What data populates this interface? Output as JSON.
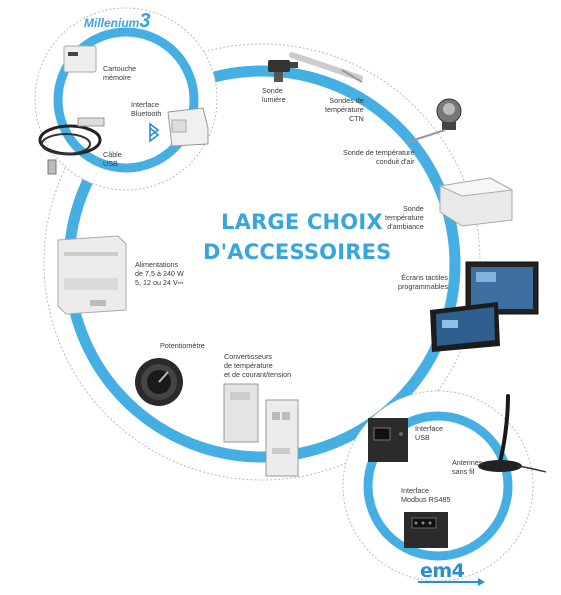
{
  "title_line1": "LARGE CHOIX",
  "title_line2": "D'ACCESSOIRES",
  "brand_millenium": "Millenium",
  "brand_millenium_num": "3",
  "brand_em4": "em4",
  "labels": {
    "cartouche": "Cartouche\nmémoire",
    "bluetooth": "Interface\nBluetooth",
    "cable": "Câble\nUSB",
    "sonde_lumiere": "Sonde\nlumière",
    "sondes_ctn": "Sondes de\ntempérature\nCTN",
    "sonde_air": "Sonde de température\nconduit d'air",
    "sonde_ambiance": "Sonde\ntempérature\nd'ambiance",
    "ecrans": "Écrans tactiles\nprogrammables",
    "alimentations": "Alimentations\nde 7,5 à 240 W\n5, 12 ou 24 V⎓",
    "potentiometre": "Potentiomètre",
    "convertisseurs": "Convertisseurs\nde température\net de courant/tension",
    "interface_usb": "Interface\nUSB",
    "antennes": "Antennes\nsans fil",
    "interface_modbus": "Interface\nModbus RS485"
  },
  "colors": {
    "ring": "#45aee3",
    "title": "#38a6dc",
    "dash": "#b8bcc0"
  }
}
